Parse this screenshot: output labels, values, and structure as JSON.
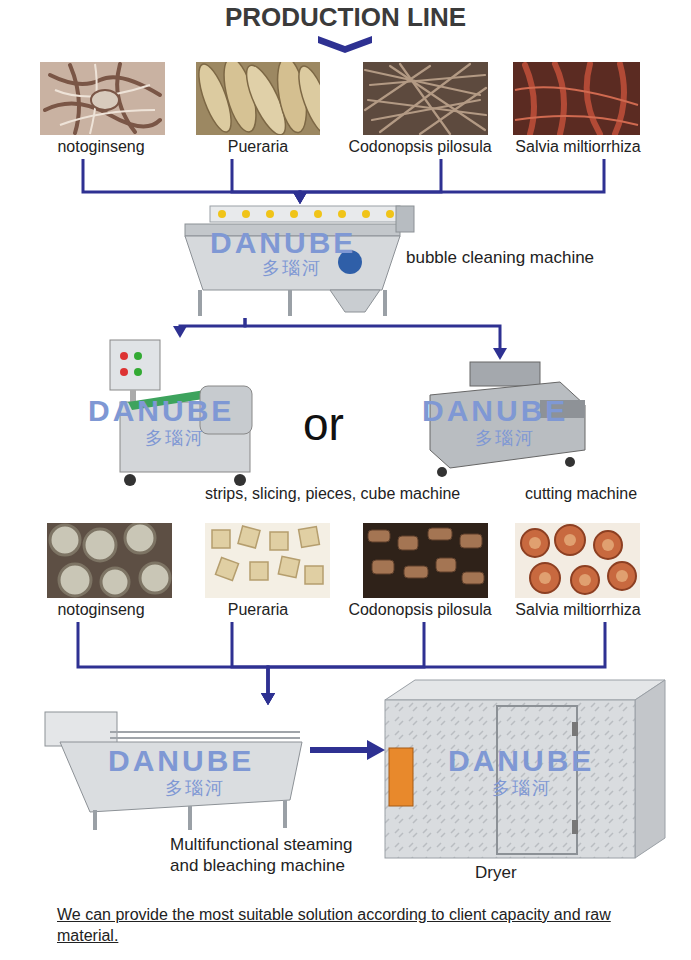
{
  "diagram": {
    "title": "PRODUCTION LINE",
    "caption": "We can provide the most suitable solution according to client capacity and raw material.",
    "nodes": [
      {
        "text": [
          "notoginseng"
        ]
      },
      {
        "text": [
          "Pueraria"
        ]
      },
      {
        "text": [
          "Codonopsis pilosula"
        ]
      },
      {
        "text": [
          "Salvia miltiorrhiza"
        ]
      },
      {
        "text": [
          "bubble cleaning machine"
        ]
      },
      {
        "text": [
          "strips, slicing, pieces, cube machine"
        ]
      },
      {
        "text": [
          "cutting machine"
        ]
      },
      {
        "text": [
          "notoginseng"
        ]
      },
      {
        "text": [
          "Pueraria"
        ]
      },
      {
        "text": [
          "Codonopsis pilosula"
        ]
      },
      {
        "text": [
          "Salvia miltiorrhiza"
        ]
      },
      {
        "text": [
          "Multifunctional steaming and bleaching machine"
        ]
      },
      {
        "text": [
          "Dryer"
        ]
      }
    ],
    "edges": [
      {
        "from": 0,
        "to": 4,
        "arrow": "to"
      },
      {
        "from": 1,
        "to": 4,
        "arrow": "to"
      },
      {
        "from": 2,
        "to": 4,
        "arrow": "to"
      },
      {
        "from": 3,
        "to": 4,
        "arrow": "to"
      },
      {
        "from": 4,
        "to": 5,
        "arrow": "to"
      },
      {
        "from": 4,
        "to": 6,
        "arrow": "to"
      },
      {
        "from": 7,
        "to": 11,
        "arrow": "to"
      },
      {
        "from": 8,
        "to": 11,
        "arrow": "to"
      },
      {
        "from": 9,
        "to": 11,
        "arrow": "to"
      },
      {
        "from": 10,
        "to": 11,
        "arrow": "to"
      },
      {
        "from": 11,
        "to": 12,
        "arrow": "to"
      }
    ],
    "labels": [
      "or",
      "DANUBE",
      "多瑙河",
      "DANUBE",
      "多瑙河",
      "DANUBE",
      "多瑙河",
      "DANUBE",
      "多瑙河",
      "DANUBE",
      "多瑙河"
    ]
  }
}
